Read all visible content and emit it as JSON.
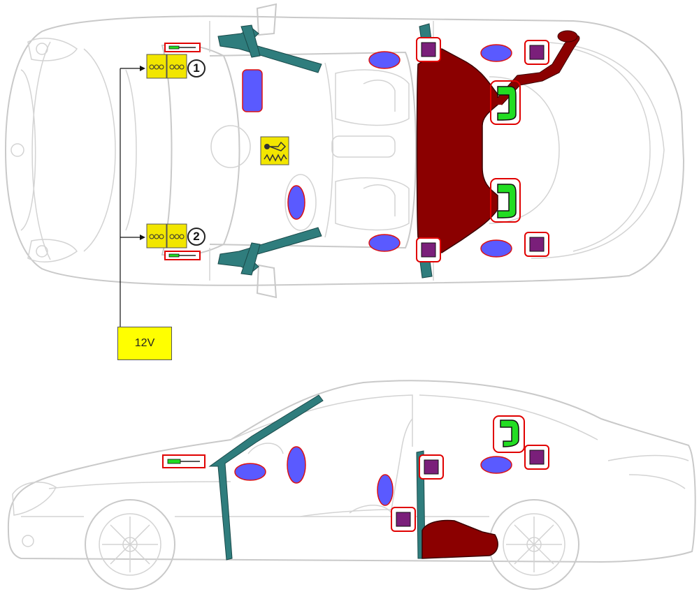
{
  "callouts": {
    "battery_1": "1",
    "battery_2": "2",
    "voltage_label": "12V"
  },
  "colors": {
    "car_outline": "#c9c9c9",
    "battery": "#f2e600",
    "airbag": "#5a5aff",
    "pillar_reinforcement": "#2f7d7d",
    "fuel_tank": "#8b0000",
    "sensor_box": "#7a1f7a",
    "green_part": "#22dd22",
    "highlight_border": "#e00000",
    "label_bg": "#ffff00"
  },
  "icons": {
    "top_view": "car-top-view",
    "side_view": "car-side-view",
    "battery": "battery-icon",
    "gas_generator": "gas-generator-icon"
  }
}
